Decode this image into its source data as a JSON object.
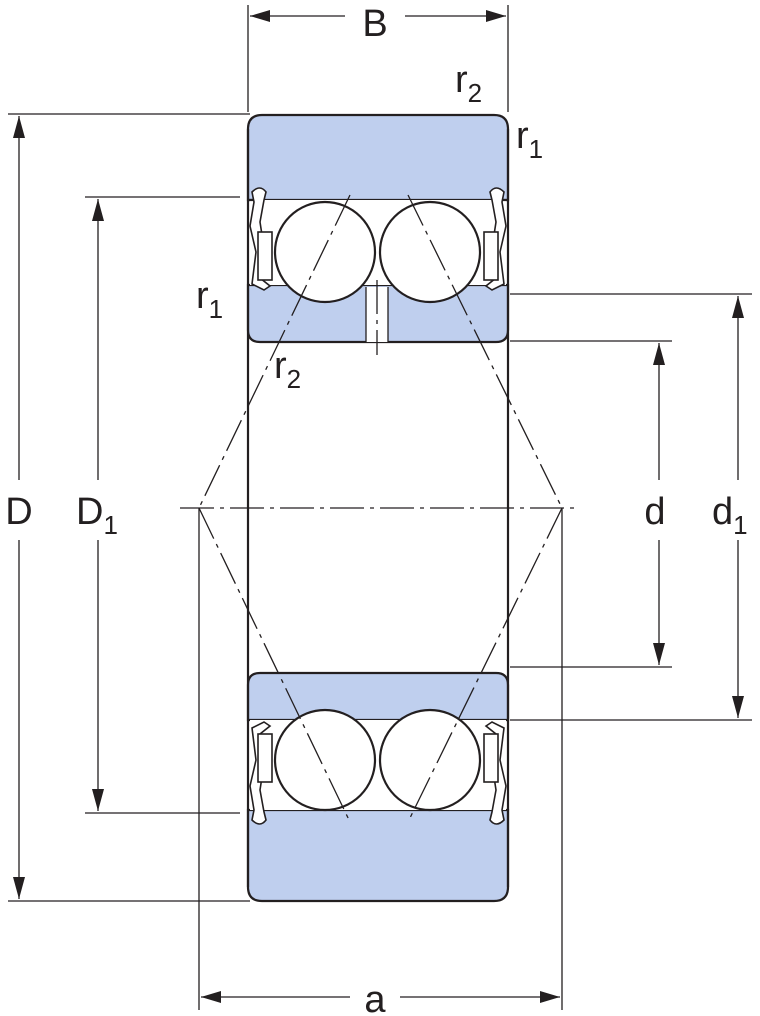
{
  "labels": {
    "B": "B",
    "D": "D",
    "D1_main": "D",
    "D1_sub": "1",
    "d": "d",
    "d1_main": "d",
    "d1_sub": "1",
    "a": "a",
    "r": "r",
    "sub1": "1",
    "sub2": "2"
  },
  "colors": {
    "ring_fill": "#bfcfee",
    "line": "#231f20",
    "background": "#ffffff"
  }
}
